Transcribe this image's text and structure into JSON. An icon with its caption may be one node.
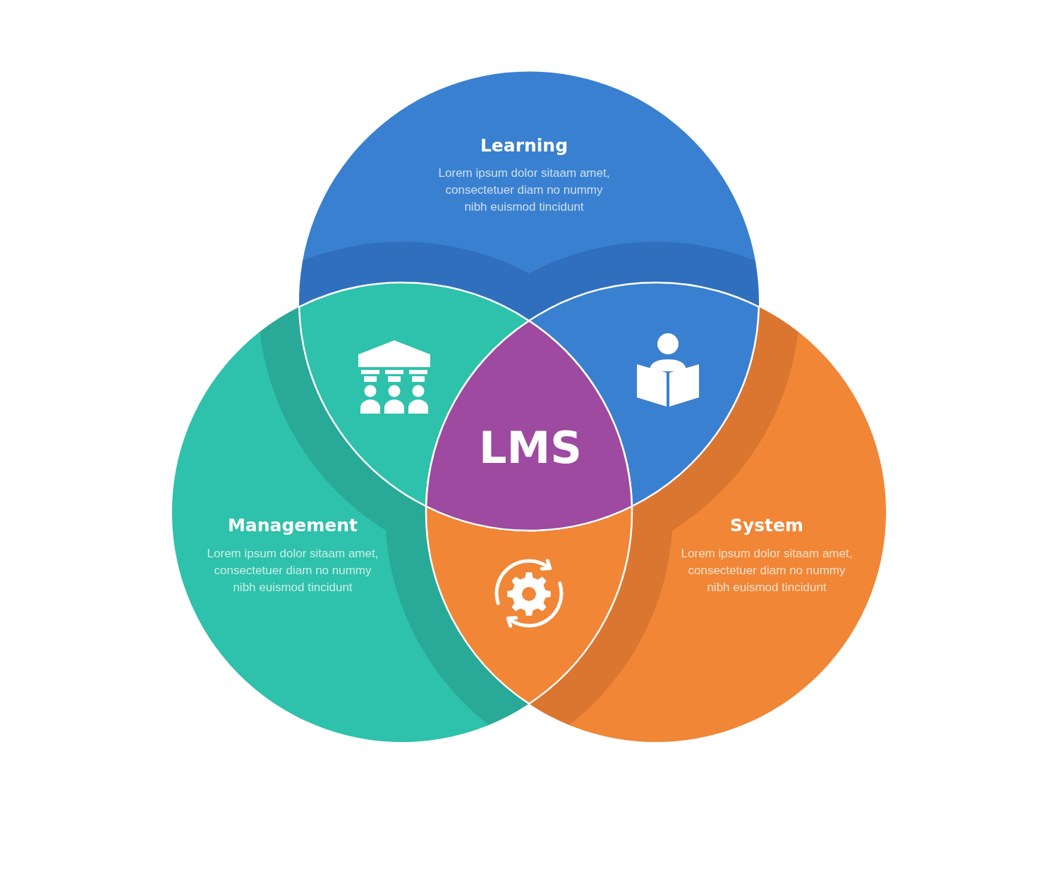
{
  "diagram": {
    "nodes": [
      {
        "text": [
          "Learning",
          "Lorem ipsum dolor sitaam amet, consectetuer diam no nummy nibh euismod tincidunt"
        ]
      },
      {
        "text": [
          "Management",
          "Lorem ipsum dolor sitaam amet, consectetuer diam no nummy nibh euismod tincidunt"
        ]
      },
      {
        "text": [
          "System",
          "Lorem ipsum dolor sitaam amet, consectetuer diam no nummy nibh euismod tincidunt"
        ]
      },
      {
        "text": [
          "LMS"
        ]
      }
    ]
  }
}
